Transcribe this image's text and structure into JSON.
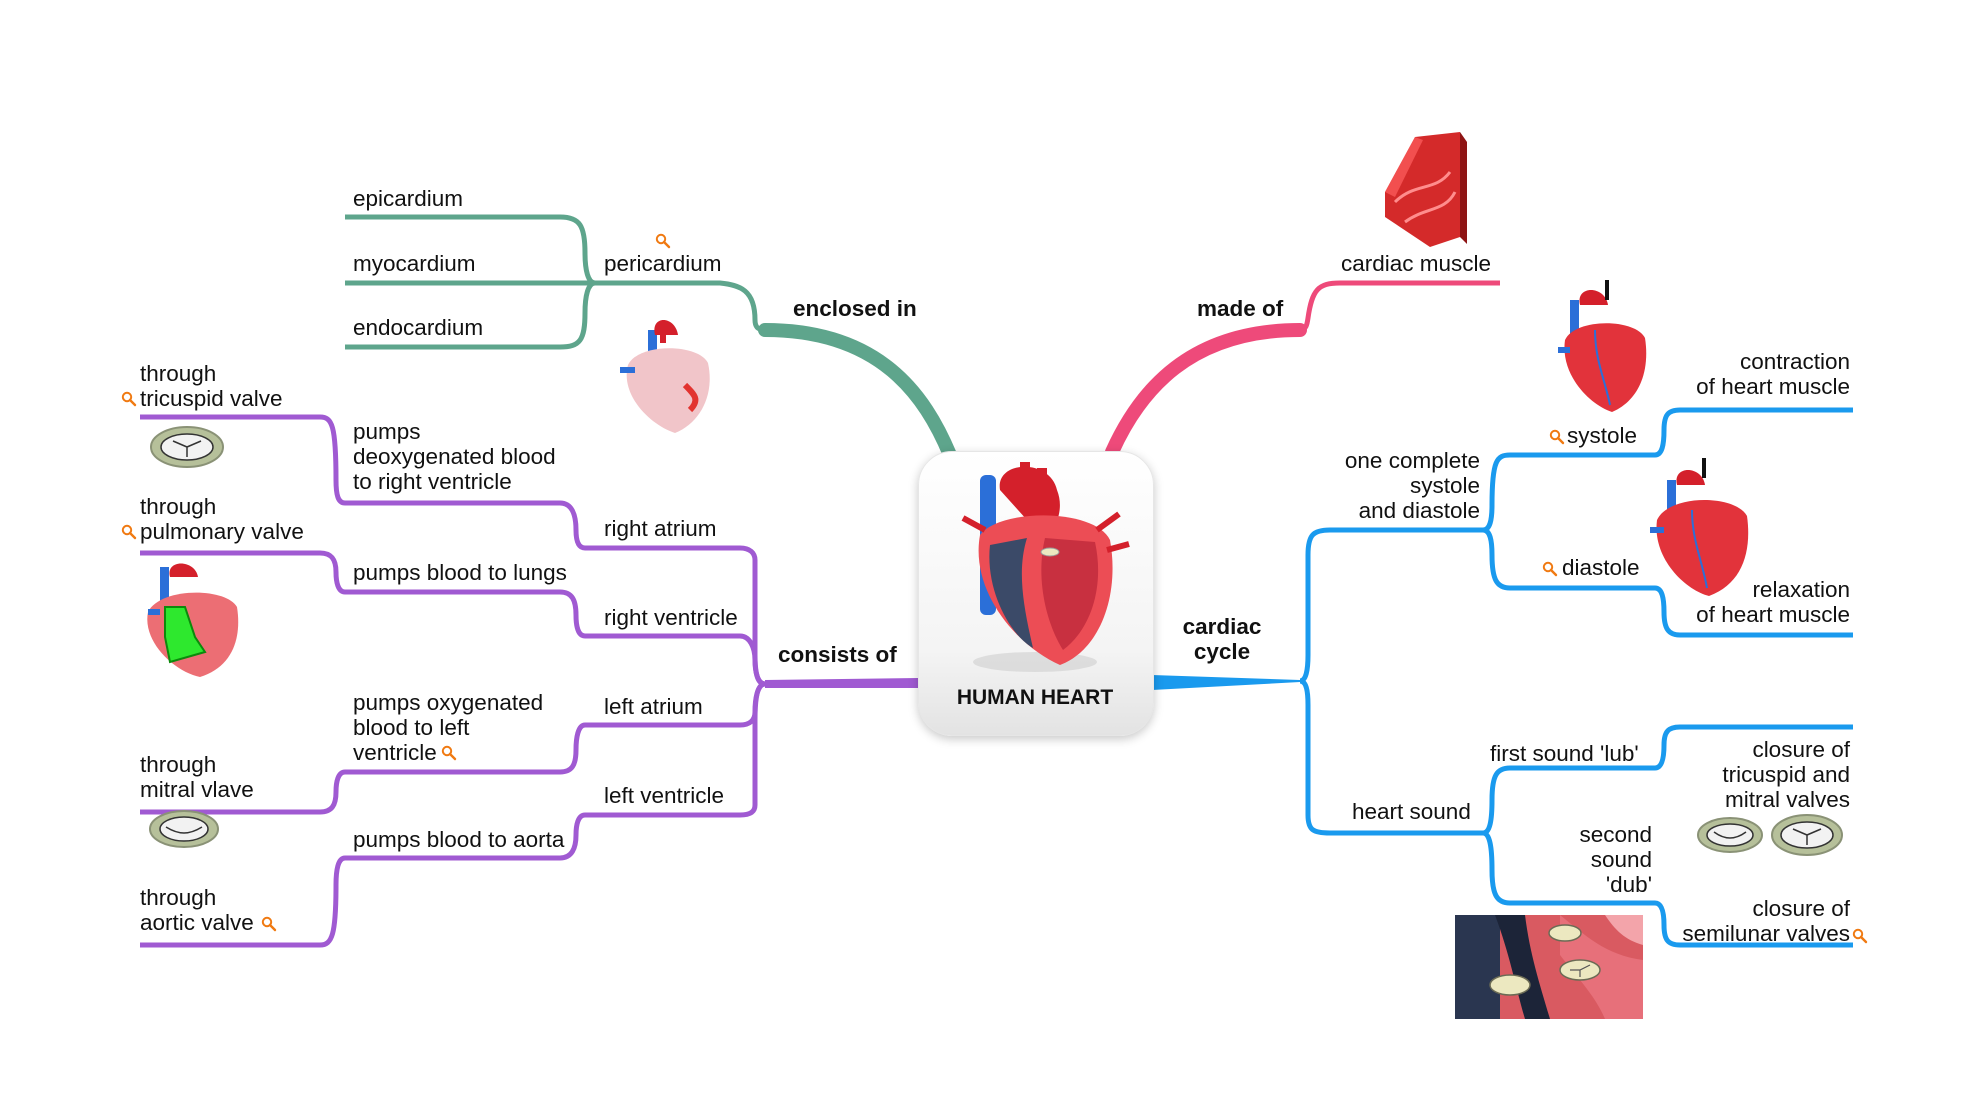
{
  "central_topic": "HUMAN HEART",
  "colors": {
    "enclosed_branch": "#5ea58c",
    "made_of_branch": "#ee4a7a",
    "consists_branch": "#a05ad2",
    "cycle_branch": "#1a9aee",
    "search_icon": "#f07a12"
  },
  "branches": {
    "enclosed_in": {
      "label": "enclosed in",
      "node": "pericardium",
      "children": [
        "epicardium",
        "myocardium",
        "endocardium"
      ]
    },
    "made_of": {
      "label": "made of",
      "node": "cardiac muscle"
    },
    "consists_of": {
      "label": "consists of",
      "chambers": [
        {
          "name": "right atrium",
          "action": "pumps\ndeoxygenated blood\nto right ventricle",
          "through": "through\ntricuspid valve"
        },
        {
          "name": "right ventricle",
          "action": "pumps blood to lungs",
          "through": "through\npulmonary valve"
        },
        {
          "name": "left atrium",
          "action": "pumps oxygenated\nblood to left\nventricle",
          "through": "through\nmitral vlave"
        },
        {
          "name": "left ventricle",
          "action": "pumps blood to aorta",
          "through": "through\naortic valve"
        }
      ]
    },
    "cardiac_cycle": {
      "label": "cardiac\ncycle",
      "phases": {
        "label": "one complete\nsystole\nand diastole",
        "systole": "systole",
        "systole_desc": "contraction\nof heart muscle",
        "diastole": "diastole",
        "diastole_desc": "relaxation\nof heart muscle"
      },
      "sounds": {
        "label": "heart sound",
        "first": "first sound 'lub'",
        "first_desc": "closure of\ntricuspid and\nmitral valves",
        "second": "second\nsound\n'dub'",
        "second_desc": "closure of\nsemilunar valves"
      }
    }
  }
}
